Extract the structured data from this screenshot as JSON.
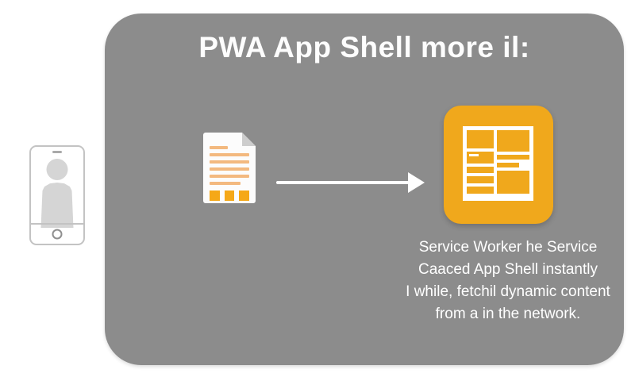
{
  "title": "PWA App Shell more il:",
  "caption": {
    "lines": [
      "Service Worker he Service",
      "Caaced App Shell instantly",
      "I while, fetchil dynamic content",
      "from a in the network."
    ]
  },
  "icons": {
    "phone": "smartphone-with-user-silhouette",
    "document": "cached-document-page",
    "arrow": "arrow-right",
    "app_shell": "app-shell-layout-wireframe"
  },
  "colors": {
    "panel_gray": "#8C8C8C",
    "accent_orange": "#F0A81C",
    "doc_line_peach": "#F3B97F",
    "doc_square_amber": "#F5A818",
    "silhouette_gray": "#D5D5D5",
    "text_white": "#FFFFFF"
  }
}
